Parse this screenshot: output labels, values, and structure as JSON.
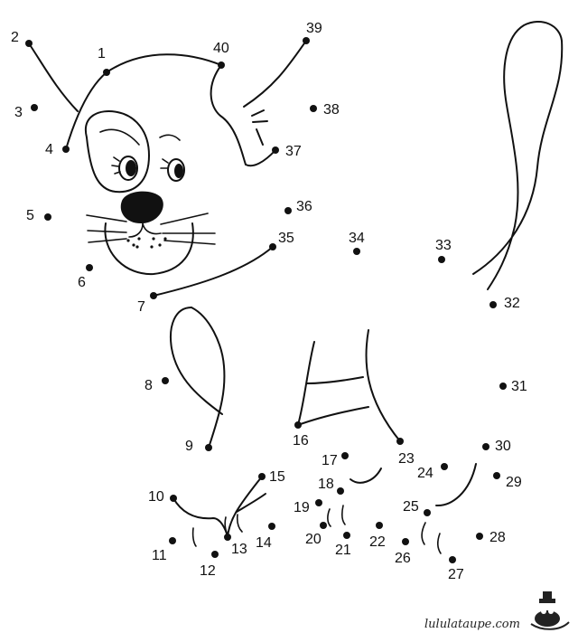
{
  "worksheet": {
    "dots": [
      {
        "n": "1"
      },
      {
        "n": "2"
      },
      {
        "n": "3"
      },
      {
        "n": "4"
      },
      {
        "n": "5"
      },
      {
        "n": "6"
      },
      {
        "n": "7"
      },
      {
        "n": "8"
      },
      {
        "n": "9"
      },
      {
        "n": "10"
      },
      {
        "n": "11"
      },
      {
        "n": "12"
      },
      {
        "n": "13"
      },
      {
        "n": "14"
      },
      {
        "n": "15"
      },
      {
        "n": "16"
      },
      {
        "n": "17"
      },
      {
        "n": "18"
      },
      {
        "n": "19"
      },
      {
        "n": "20"
      },
      {
        "n": "21"
      },
      {
        "n": "22"
      },
      {
        "n": "23"
      },
      {
        "n": "24"
      },
      {
        "n": "25"
      },
      {
        "n": "26"
      },
      {
        "n": "27"
      },
      {
        "n": "28"
      },
      {
        "n": "29"
      },
      {
        "n": "30"
      },
      {
        "n": "31"
      },
      {
        "n": "32"
      },
      {
        "n": "33"
      },
      {
        "n": "34"
      },
      {
        "n": "35"
      },
      {
        "n": "36"
      },
      {
        "n": "37"
      },
      {
        "n": "38"
      },
      {
        "n": "39"
      },
      {
        "n": "40"
      }
    ],
    "watermark": "lululataupe.com",
    "colors": {
      "ink": "#111111",
      "paper": "#ffffff"
    }
  }
}
